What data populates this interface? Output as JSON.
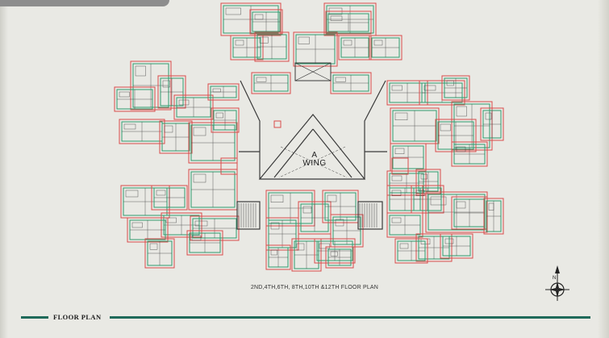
{
  "plan": {
    "wing_letter": "A",
    "wing_word": "WING",
    "caption": "2ND,4TH,6TH, 8TH,10TH &12TH FLOOR PLAN"
  },
  "footer": {
    "title": "FLOOR PLAN"
  },
  "compass": {
    "north": "N"
  },
  "colors": {
    "background": "#e9e9e4",
    "wall_red": "#d94a4a",
    "wall_green": "#2e9c6e",
    "line_dark": "#3a3a3a",
    "accent": "#1f6a5a"
  }
}
